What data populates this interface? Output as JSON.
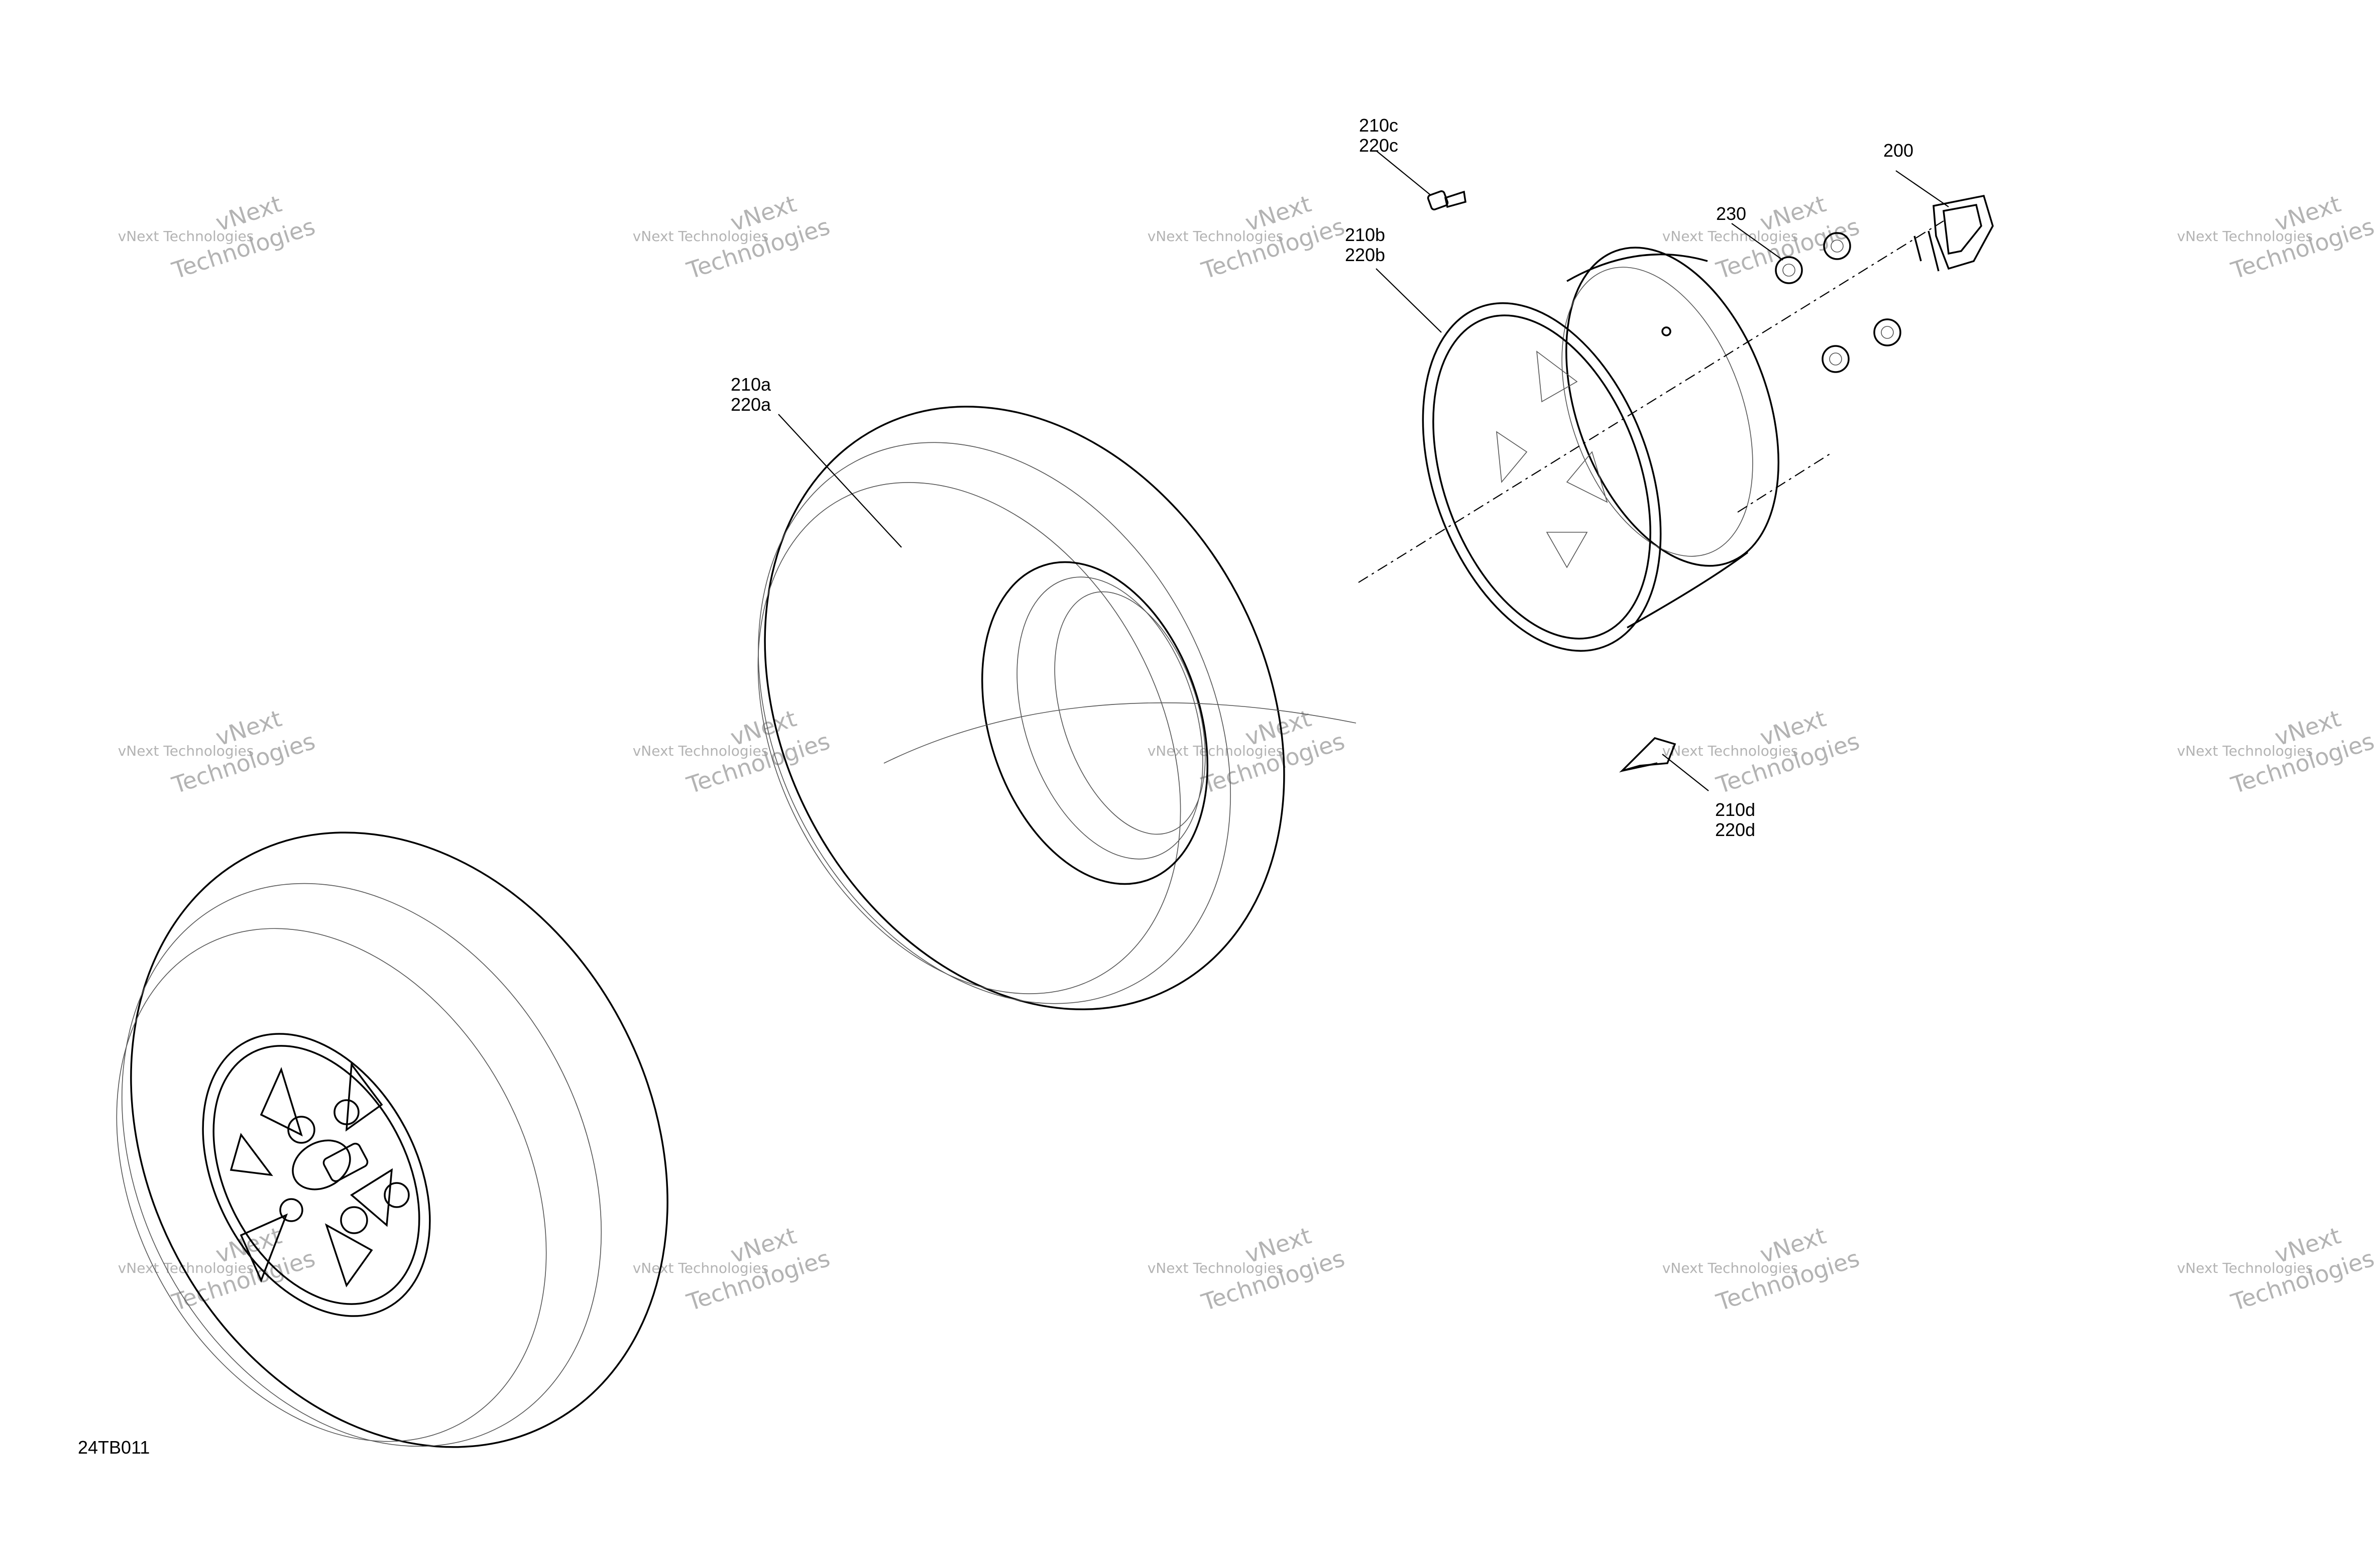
{
  "drawing_id": "24TB011",
  "callouts": {
    "c210c": [
      "210c",
      "220c"
    ],
    "c200": "200",
    "c230": "230",
    "c210b": [
      "210b",
      "220b"
    ],
    "c210a": [
      "210a",
      "220a"
    ],
    "c210d": [
      "210d",
      "220d"
    ]
  },
  "watermark": {
    "line1": "vNext Technologies",
    "line2": "vNext",
    "line3": "Technologies"
  },
  "colors": {
    "line": "#000000",
    "watermark": "#9a9a9a",
    "background": "#ffffff"
  }
}
